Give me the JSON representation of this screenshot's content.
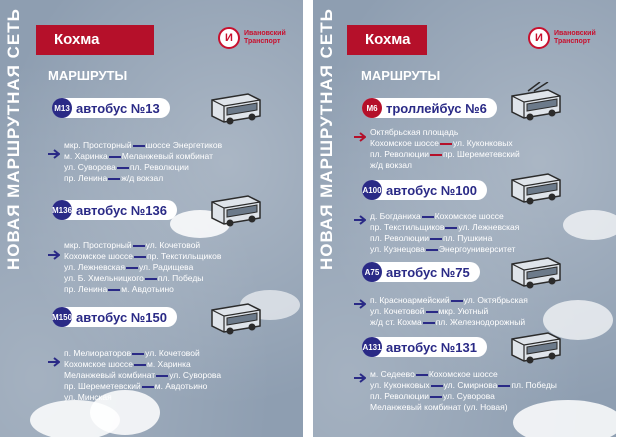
{
  "left": {
    "vertical_title": "НОВАЯ МАРШРУТНАЯ СЕТЬ",
    "city": "Кохма",
    "logo_line1": "Ивановский",
    "logo_line2": "Транспорт",
    "routes_title": "МАРШРУТЫ",
    "routes": [
      {
        "code": "М13",
        "name": "автобус №13",
        "lines": [
          [
            "мкр. Просторный",
            "шоссе Энергетиков"
          ],
          [
            "м. Харинка",
            "Меланжевый комбинат"
          ],
          [
            "ул. Суворова",
            "пл. Революции"
          ],
          [
            "пр. Ленина",
            "ж/д вокзал"
          ]
        ]
      },
      {
        "code": "М136",
        "name": "автобус №136",
        "lines": [
          [
            "мкр. Просторный",
            "ул. Кочетовой"
          ],
          [
            "Кохомское шоссе",
            "пр. Текстильщиков"
          ],
          [
            "ул. Лежневская",
            "ул. Радищева"
          ],
          [
            "ул. Б. Хмельницкого",
            "пл. Победы"
          ],
          [
            "пр. Ленина",
            "м. Авдотьино"
          ]
        ]
      },
      {
        "code": "М150",
        "name": "автобус №150",
        "lines": [
          [
            "п. Мелиораторов",
            "ул. Кочетовой"
          ],
          [
            "Кохомское шоссе",
            "м. Харинка"
          ],
          [
            "Меланжевый комбинат",
            "ул. Суворова"
          ],
          [
            "пр. Шереметевский",
            "м. Авдотьино"
          ],
          [
            "ул. Минская"
          ]
        ]
      }
    ]
  },
  "right": {
    "vertical_title": "НОВАЯ МАРШРУТНАЯ СЕТЬ",
    "city": "Кохма",
    "logo_line1": "Ивановский",
    "logo_line2": "Транспорт",
    "routes_title": "МАРШРУТЫ",
    "routes": [
      {
        "code": "М6",
        "name": "троллейбус №6",
        "lines": [
          [
            "Октябрьская площадь"
          ],
          [
            "Кохомское шоссе",
            "ул. Куконковых"
          ],
          [
            "пл. Революции",
            "пр. Шереметевский"
          ],
          [
            "ж/д вокзал"
          ]
        ]
      },
      {
        "code": "А100",
        "name": "автобус №100",
        "lines": [
          [
            "д. Богданиха",
            "Кохомское шоссе"
          ],
          [
            "пр. Текстильщиков",
            "ул. Лежневская"
          ],
          [
            "пл. Революции",
            "пл. Пушкина"
          ],
          [
            "ул. Кузнецова",
            "Энергоуниверситет"
          ]
        ]
      },
      {
        "code": "А75",
        "name": "автобус №75",
        "lines": [
          [
            "п. Красноармейский",
            "ул. Октябрьская"
          ],
          [
            "ул. Кочетовой",
            "мкр. Уютный"
          ],
          [
            "ж/д ст. Кохма",
            "пл. Железнодорожный"
          ]
        ]
      },
      {
        "code": "А131",
        "name": "автобус №131",
        "lines": [
          [
            "м. Седеево",
            "Кохомское шоссе"
          ],
          [
            "ул. Куконковых",
            "ул. Смирнова",
            "пл. Победы"
          ],
          [
            "пл. Революции",
            "ул. Суворова"
          ],
          [
            "Меланжевый комбинат (ул. Новая)"
          ]
        ]
      }
    ]
  },
  "colors": {
    "accent_red": "#b5102a",
    "route_blue": "#2a2a86",
    "panel_bg": "#8e9eb1"
  }
}
